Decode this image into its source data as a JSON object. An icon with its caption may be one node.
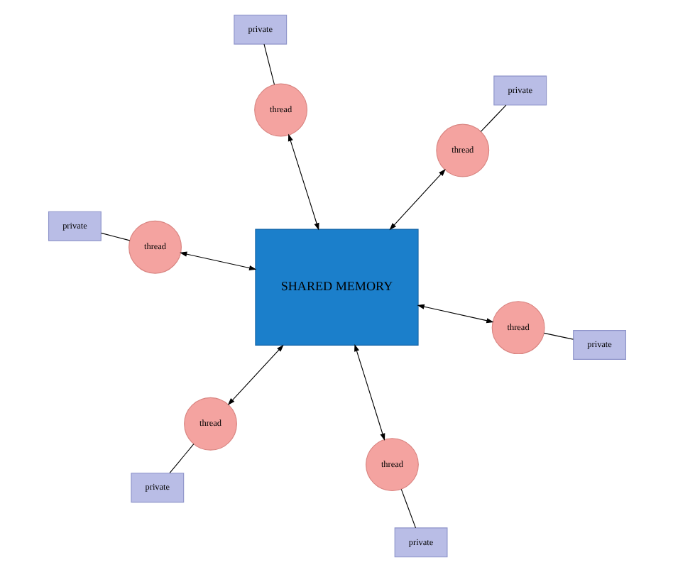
{
  "diagram": {
    "nodes": [
      {
        "text": [
          "thread"
        ]
      },
      {
        "text": [
          "private"
        ]
      },
      {
        "text": [
          "thread"
        ]
      },
      {
        "text": [
          "thread"
        ]
      },
      {
        "text": [
          "private"
        ]
      },
      {
        "text": [
          "private"
        ]
      },
      {
        "text": [
          "SHARED MEMORY"
        ]
      },
      {
        "text": [
          "private"
        ]
      },
      {
        "text": [
          "thread"
        ]
      },
      {
        "text": [
          "thread"
        ]
      },
      {
        "text": [
          "private"
        ]
      },
      {
        "text": [
          "thread"
        ]
      },
      {
        "text": [
          "private"
        ]
      }
    ],
    "edges": [
      {
        "from": 6,
        "to": 0,
        "arrow": "both"
      },
      {
        "from": 6,
        "to": 2,
        "arrow": "both"
      },
      {
        "from": 6,
        "to": 3,
        "arrow": "both"
      },
      {
        "from": 6,
        "to": 9,
        "arrow": "both"
      },
      {
        "from": 6,
        "to": 11,
        "arrow": "both"
      },
      {
        "from": 6,
        "to": 8,
        "arrow": "both"
      },
      {
        "from": 0,
        "to": 5,
        "arrow": "none"
      },
      {
        "from": 2,
        "to": 1,
        "arrow": "none"
      },
      {
        "from": 3,
        "to": 4,
        "arrow": "none"
      },
      {
        "from": 9,
        "to": 7,
        "arrow": "none"
      },
      {
        "from": 8,
        "to": 10,
        "arrow": "none"
      },
      {
        "from": 11,
        "to": 12,
        "arrow": "none"
      }
    ]
  }
}
